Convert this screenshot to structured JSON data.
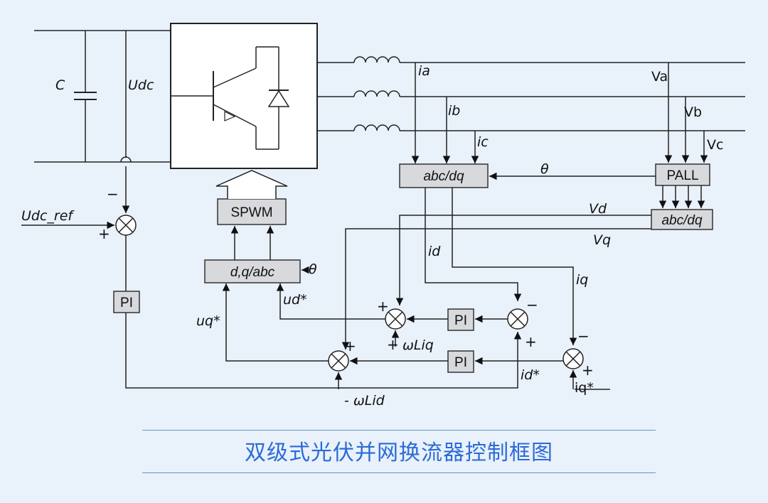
{
  "caption": "双级式光伏并网换流器控制框图",
  "labels": {
    "C": "C",
    "Udc": "Udc",
    "Udc_ref": "Udc_ref",
    "ia": "ia",
    "ib": "ib",
    "ic": "ic",
    "Va": "Va",
    "Vb": "Vb",
    "Vc": "Vc",
    "theta": "θ",
    "theta2": "θ",
    "Vd": "Vd",
    "Vq": "Vq",
    "id": "id",
    "iq": "iq",
    "ud_star": "ud*",
    "uq_star": "uq*",
    "id_star": "id*",
    "iq_star": "iq*",
    "wLiq": "ωLiq",
    "wLid": "- ωLid"
  },
  "signs": {
    "minus": "−",
    "plus": "+"
  },
  "blocks": {
    "pi_dc": "PI",
    "pi_d": "PI",
    "pi_q": "PI",
    "spwm": "SPWM",
    "dq_abc": "d,q/abc",
    "abc_dq_i": "abc/dq",
    "abc_dq_v": "abc/dq",
    "pall": "PALL"
  }
}
